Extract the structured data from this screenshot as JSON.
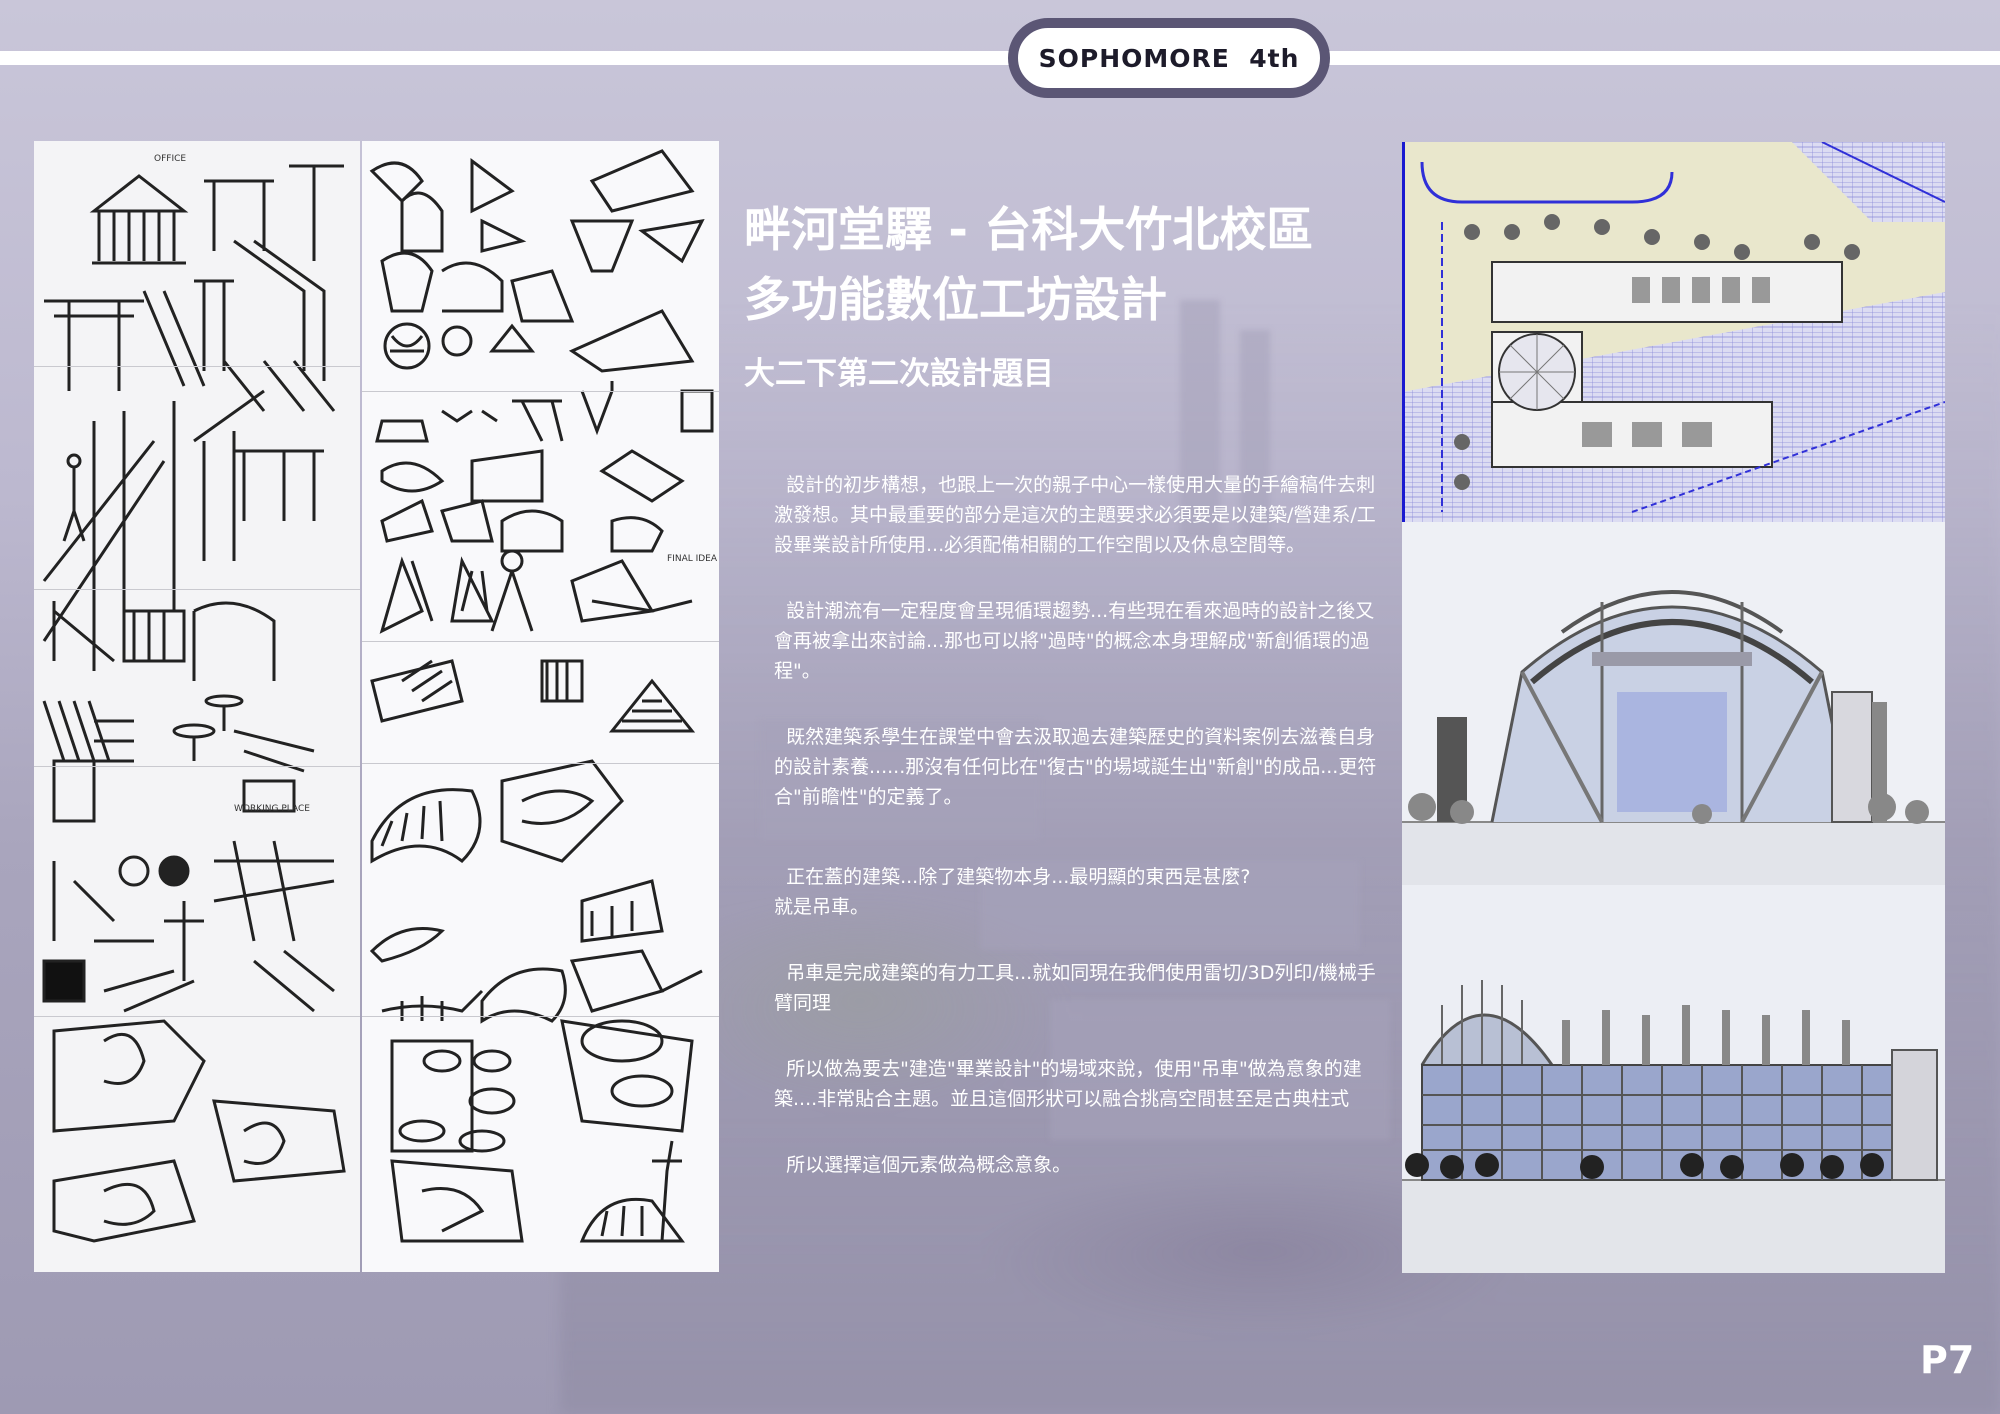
{
  "header": {
    "badge": "SOPHOMORE  4th"
  },
  "title": {
    "line1": "畔河堂驛 - 台科大竹北校區",
    "line2": "多功能數位工坊設計"
  },
  "subtitle": "大二下第二次設計題目",
  "paragraphs": [
    "  設計的初步構想，也跟上一次的親子中心一樣使用大量的手繪稿件去刺激發想。其中最重要的部分是這次的主題要求必須要是以建築/營建系/工設畢業設計所使用...必須配備相關的工作空間以及休息空間等。",
    "  設計潮流有一定程度會呈現循環趨勢...有些現在看來過時的設計之後又會再被拿出來討論...那也可以將\"過時\"的概念本身理解成\"新創循環的過程\"。",
    "  既然建築系學生在課堂中會去汲取過去建築歷史的資料案例去滋養自身的設計素養......那沒有任何比在\"復古\"的場域誕生出\"新創\"的成品...更符合\"前瞻性\"的定義了。",
    "  正在蓋的建築...除了建築物本身...最明顯的東西是甚麼?\n就是吊車。",
    "  吊車是完成建築的有力工具...就如同現在我們使用雷切/3D列印/機械手臂同理",
    "  所以做為要去\"建造\"畢業設計\"的場域來說，使用\"吊車\"做為意象的建築....非常貼合主題。並且這個形狀可以融合挑高空間甚至是古典柱式",
    "  所以選擇這個元素做為概念意象。"
  ],
  "sketch_labels": {
    "office": "OFFICE",
    "final_idea": "FINAL IDEA",
    "working_place": "WORKING PLACE"
  },
  "page_number": "P7",
  "colors": {
    "badge_border": "#5b5675",
    "background": "#bcb8cf",
    "text": "#ffffff"
  }
}
